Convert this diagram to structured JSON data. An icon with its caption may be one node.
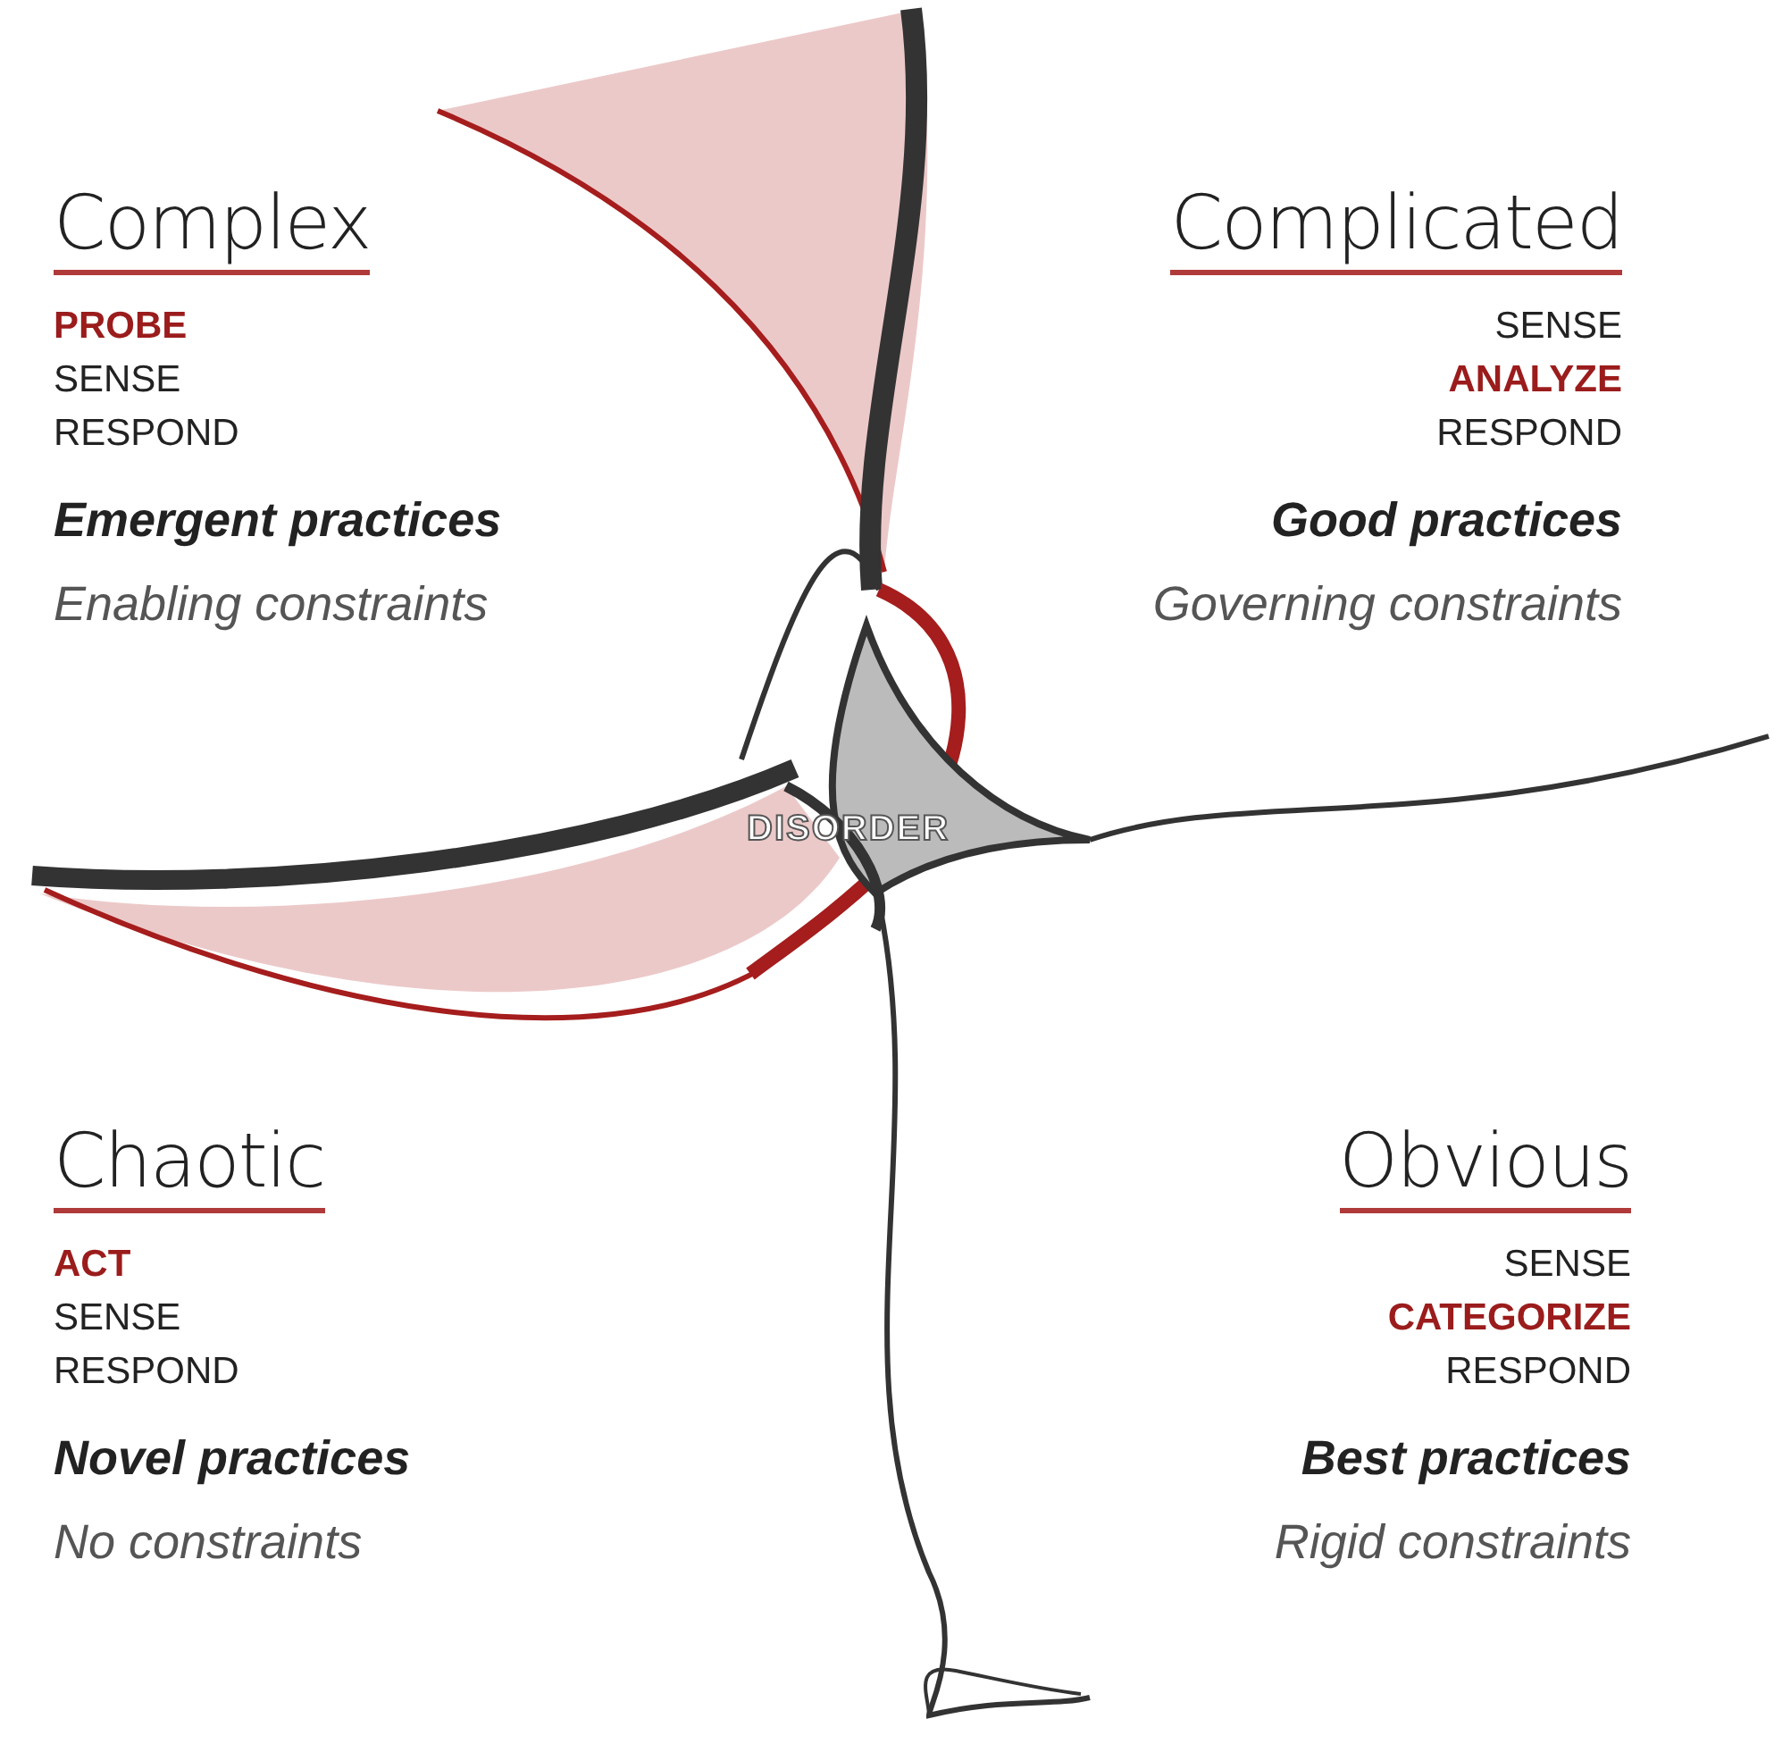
{
  "diagram": {
    "nodes": [
      {
        "text": [
          "Complex",
          "PROBE",
          "SENSE",
          "RESPOND",
          "Emergent practices",
          "Enabling constraints"
        ]
      },
      {
        "text": [
          "Complicated",
          "SENSE",
          "ANALYZE",
          "RESPOND",
          "Good practices",
          "Governing constraints"
        ]
      },
      {
        "text": [
          "DISORDER"
        ]
      },
      {
        "text": [
          "Chaotic",
          "ACT",
          "SENSE",
          "RESPOND",
          "Novel practices",
          "No constraints"
        ]
      },
      {
        "text": [
          "Obvious",
          "SENSE",
          "CATEGORIZE",
          "RESPOND",
          "Best practices",
          "Rigid constraints"
        ]
      }
    ]
  }
}
